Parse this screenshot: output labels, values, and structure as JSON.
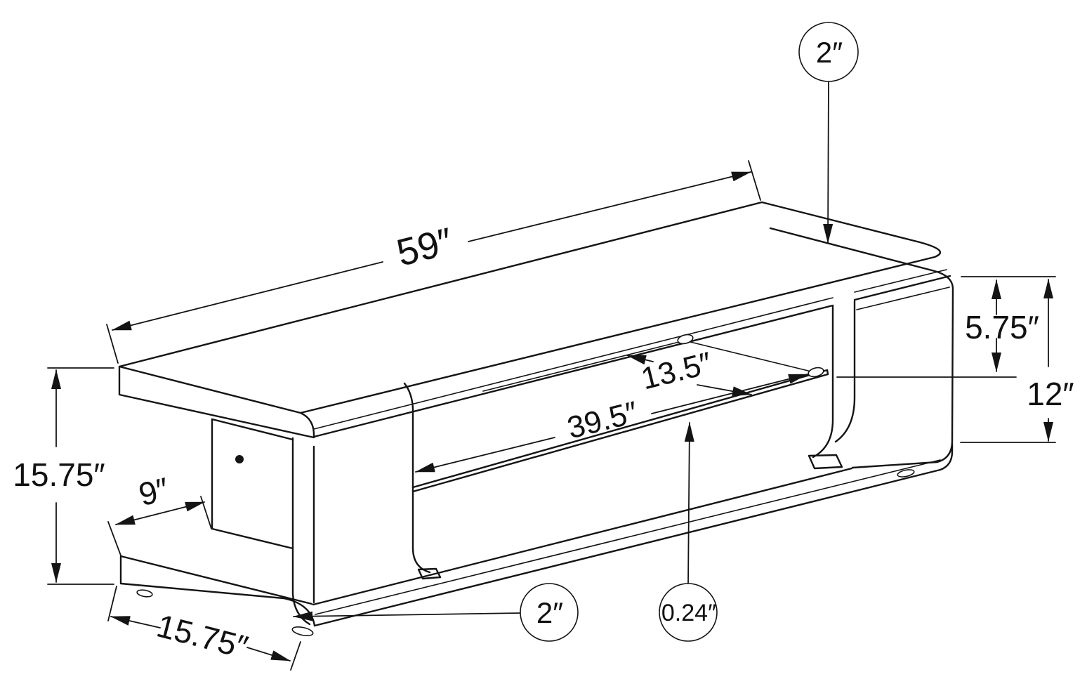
{
  "diagram": {
    "type": "isometric dimension drawing",
    "subject": "TV stand with open glass shelf",
    "background": "#ffffff",
    "line_color": "#141414",
    "text_color": "#111111"
  },
  "labels": {
    "top_length": "59″",
    "top_thickness": "2″",
    "clearance_top_to_shelf": "5.75″",
    "interior_height": "12″",
    "overall_height": "15.75″",
    "cubby_depth": "9″",
    "shelf_depth": "13.5″",
    "shelf_width": "39.5″",
    "base_height": "2″",
    "shelf_thickness": "0.24″",
    "overall_depth": "15.75″"
  }
}
